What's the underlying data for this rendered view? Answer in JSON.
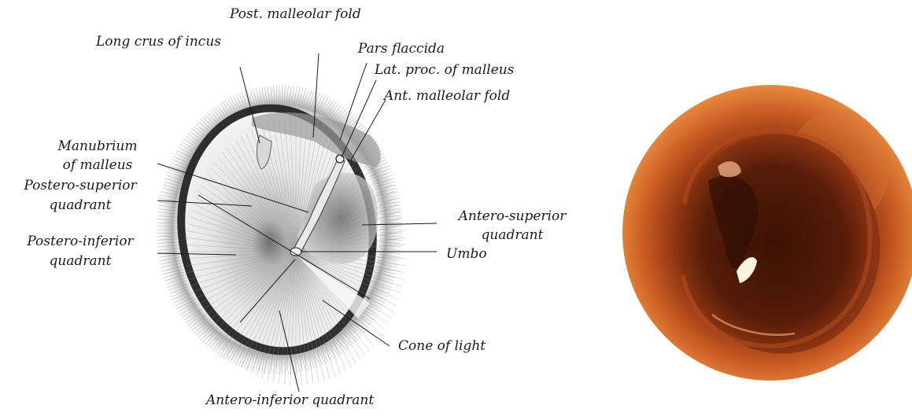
{
  "labels": {
    "post_malleolar_fold": "Post. malleolar fold",
    "long_crus_of_incus": "Long crus of incus",
    "pars_flaccida": "Pars flaccida",
    "lat_proc_of_malleus": "Lat. proc. of malleus",
    "ant_malleolar_fold": "Ant. malleolar fold",
    "manubrium_line1": "Manubrium",
    "manubrium_line2": "of malleus",
    "postero_superior_line1": "Postero-superior",
    "postero_superior_line2": "quadrant",
    "antero_superior_line1": "Antero-superior",
    "antero_superior_line2": "quadrant",
    "postero_inferior_line1": "Postero-inferior",
    "postero_inferior_line2": "quadrant",
    "umbo": "Umbo",
    "cone_of_light": "Cone of light",
    "antero_inferior_quadrant": "Antero-inferior quadrant"
  },
  "colors": {
    "ink": "#1a1a1a",
    "rim": "#2b2b2b",
    "otoscope_dark": "#4a1d0b",
    "otoscope_mid": "#a8431a",
    "otoscope_light": "#e8893f",
    "reflection": "#fff4e0"
  }
}
